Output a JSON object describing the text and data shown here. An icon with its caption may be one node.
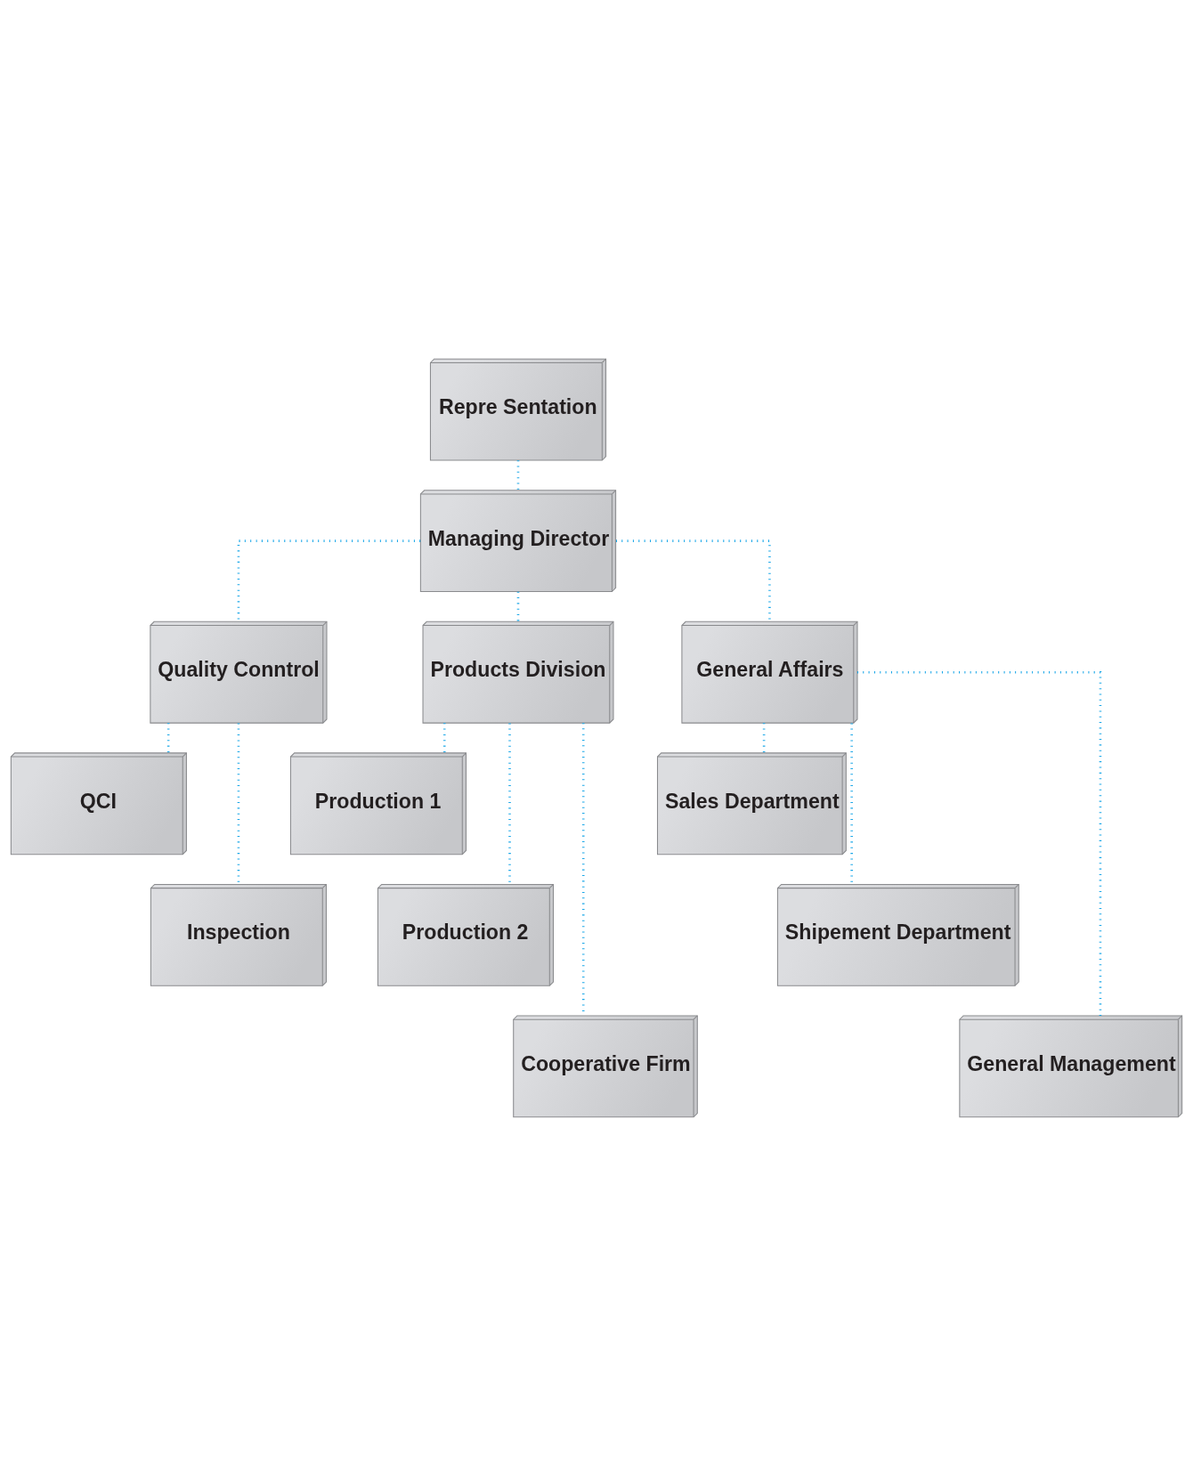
{
  "diagram": {
    "nodes": [
      {
        "text": [
          "Repre Sentation"
        ]
      },
      {
        "text": [
          "Managing Director"
        ]
      },
      {
        "text": [
          "Quality Conntrol"
        ]
      },
      {
        "text": [
          "Products Division"
        ]
      },
      {
        "text": [
          "General Affairs"
        ]
      },
      {
        "text": [
          "QCI"
        ]
      },
      {
        "text": [
          "Inspection"
        ]
      },
      {
        "text": [
          "Production 1"
        ]
      },
      {
        "text": [
          "Production 2"
        ]
      },
      {
        "text": [
          "Cooperative Firm"
        ]
      },
      {
        "text": [
          "Sales Department"
        ]
      },
      {
        "text": [
          "Shipement Department"
        ]
      },
      {
        "text": [
          "General Management"
        ]
      }
    ],
    "edges": [
      {
        "from": 0,
        "to": 1,
        "arrow": "none",
        "style": "dashed",
        "color": "#1aa7e8"
      },
      {
        "from": 1,
        "to": 2,
        "arrow": "none",
        "style": "dashed",
        "color": "#1aa7e8"
      },
      {
        "from": 1,
        "to": 3,
        "arrow": "none",
        "style": "dashed",
        "color": "#1aa7e8"
      },
      {
        "from": 1,
        "to": 4,
        "arrow": "none",
        "style": "dashed",
        "color": "#1aa7e8"
      },
      {
        "from": 2,
        "to": 5,
        "arrow": "none",
        "style": "dashed",
        "color": "#1aa7e8"
      },
      {
        "from": 2,
        "to": 6,
        "arrow": "none",
        "style": "dashed",
        "color": "#1aa7e8"
      },
      {
        "from": 3,
        "to": 7,
        "arrow": "none",
        "style": "dashed",
        "color": "#1aa7e8"
      },
      {
        "from": 3,
        "to": 8,
        "arrow": "none",
        "style": "dashed",
        "color": "#1aa7e8"
      },
      {
        "from": 3,
        "to": 9,
        "arrow": "none",
        "style": "dashed",
        "color": "#1aa7e8"
      },
      {
        "from": 4,
        "to": 10,
        "arrow": "none",
        "style": "dashed",
        "color": "#1aa7e8"
      },
      {
        "from": 4,
        "to": 11,
        "arrow": "none",
        "style": "dashed",
        "color": "#1aa7e8"
      },
      {
        "from": 4,
        "to": 12,
        "arrow": "none",
        "style": "dashed",
        "color": "#1aa7e8"
      }
    ]
  }
}
